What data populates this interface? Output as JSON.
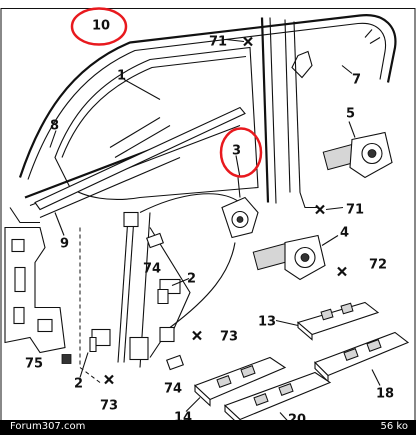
{
  "diagram": {
    "labels": {
      "l10": "10",
      "l71a": "71",
      "l1": "1",
      "l7": "7",
      "l5": "5",
      "l8": "8",
      "l3": "3",
      "l71b": "71",
      "l4": "4",
      "l72": "72",
      "l9": "9",
      "l74a": "74",
      "l2a": "2",
      "l73a": "73",
      "l75": "75",
      "l2b": "2",
      "l73b": "73",
      "l74b": "74",
      "l13": "13",
      "l14": "14",
      "l18": "18",
      "l20": "20"
    },
    "highlight_color": "#e8191e"
  },
  "footer": {
    "source": "Forum307.com",
    "size": "56 ko"
  }
}
